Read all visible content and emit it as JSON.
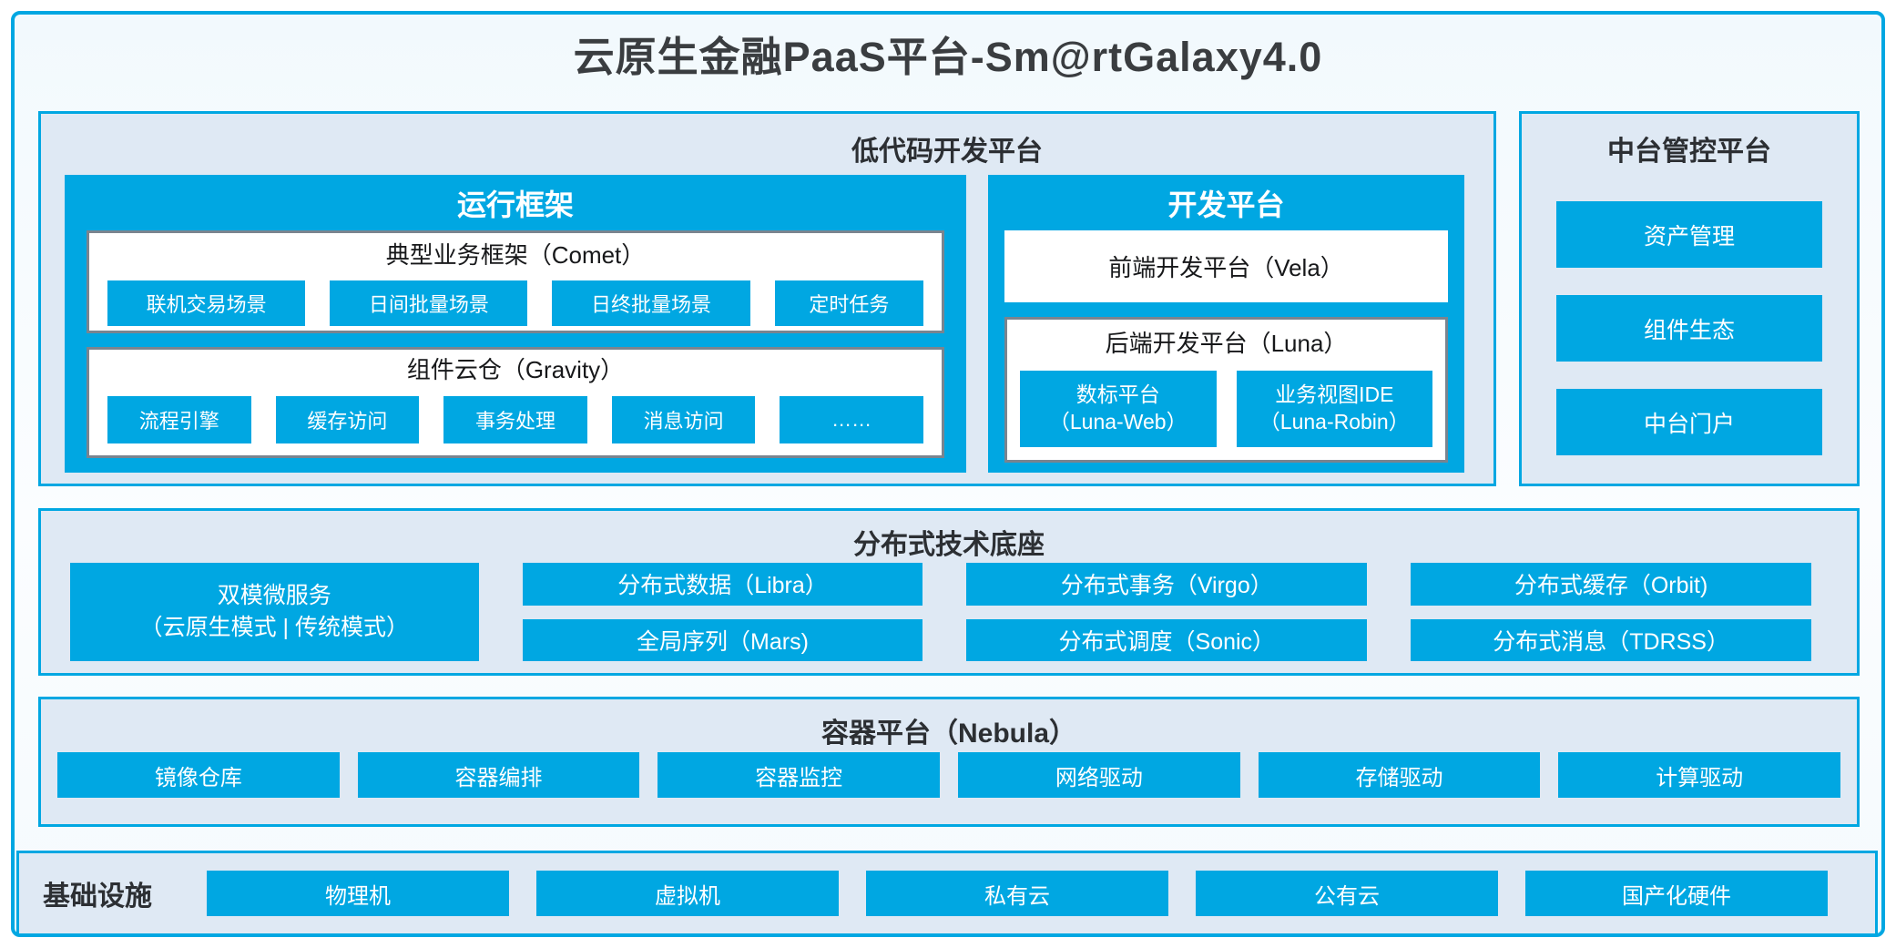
{
  "title": "云原生金融PaaS平台-Sm@rtGalaxy4.0",
  "colors": {
    "accent_blue": "#00a7e2",
    "panel_background": "#dfe9f4",
    "grey_border": "#7a848f",
    "dark_text": "#2c2f33"
  },
  "low_code": {
    "header": "低代码开发平台",
    "runtime": {
      "header": "运行框架",
      "comet": {
        "title": "典型业务框架（Comet）",
        "items": [
          "联机交易场景",
          "日间批量场景",
          "日终批量场景",
          "定时任务"
        ]
      },
      "gravity": {
        "title": "组件云仓（Gravity）",
        "items": [
          "流程引擎",
          "缓存访问",
          "事务处理",
          "消息访问",
          "……"
        ]
      }
    },
    "dev": {
      "header": "开发平台",
      "vela": "前端开发平台（Vela）",
      "luna": {
        "title": "后端开发平台（Luna）",
        "items": [
          {
            "line1": "数标平台",
            "line2": "（Luna-Web）"
          },
          {
            "line1": "业务视图IDE",
            "line2": "（Luna-Robin）"
          }
        ]
      }
    }
  },
  "mid_platform": {
    "header": "中台管控平台",
    "items": [
      "资产管理",
      "组件生态",
      "中台门户"
    ]
  },
  "distributed": {
    "header": "分布式技术底座",
    "dual_mode": {
      "line1": "双模微服务",
      "line2": "（云原生模式 | 传统模式）"
    },
    "columns": [
      [
        "分布式数据（Libra）",
        "全局序列（Mars)"
      ],
      [
        "分布式事务（Virgo）",
        "分布式调度（Sonic）"
      ],
      [
        "分布式缓存（Orbit)",
        "分布式消息（TDRSS）"
      ]
    ]
  },
  "container_platform": {
    "header": "容器平台（Nebula）",
    "items": [
      "镜像仓库",
      "容器编排",
      "容器监控",
      "网络驱动",
      "存储驱动",
      "计算驱动"
    ]
  },
  "infrastructure": {
    "header": "基础设施",
    "items": [
      "物理机",
      "虚拟机",
      "私有云",
      "公有云",
      "国产化硬件"
    ]
  }
}
